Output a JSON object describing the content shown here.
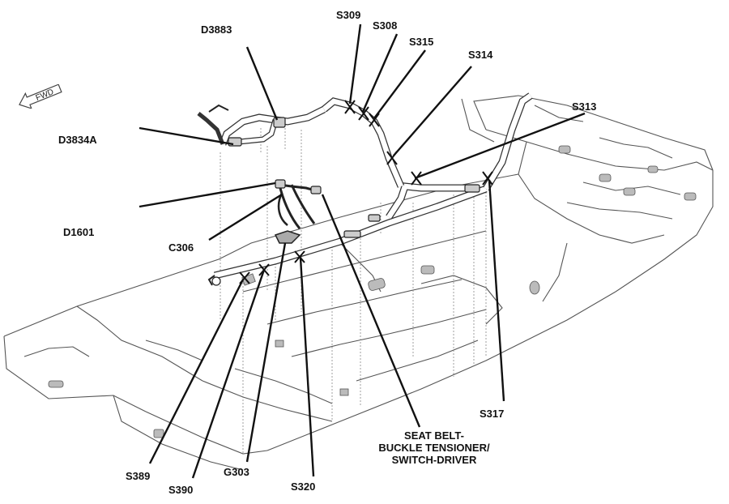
{
  "diagram": {
    "fwd_label": "FWD",
    "labels": {
      "d3883": "D3883",
      "s309": "S309",
      "s308": "S308",
      "s315": "S315",
      "s314": "S314",
      "s313": "S313",
      "d3834a": "D3834A",
      "d1601": "D1601",
      "c306": "C306",
      "s317": "S317",
      "seat_belt_line1": "SEAT BELT-",
      "seat_belt_line2": "BUCKLE TENSIONER/",
      "seat_belt_line3": "SWITCH-DRIVER",
      "s389": "S389",
      "s390": "S390",
      "g303": "G303",
      "s320": "S320"
    },
    "colors": {
      "ink": "#111111",
      "line": "#444444",
      "shade": "#d8d8d8"
    }
  }
}
